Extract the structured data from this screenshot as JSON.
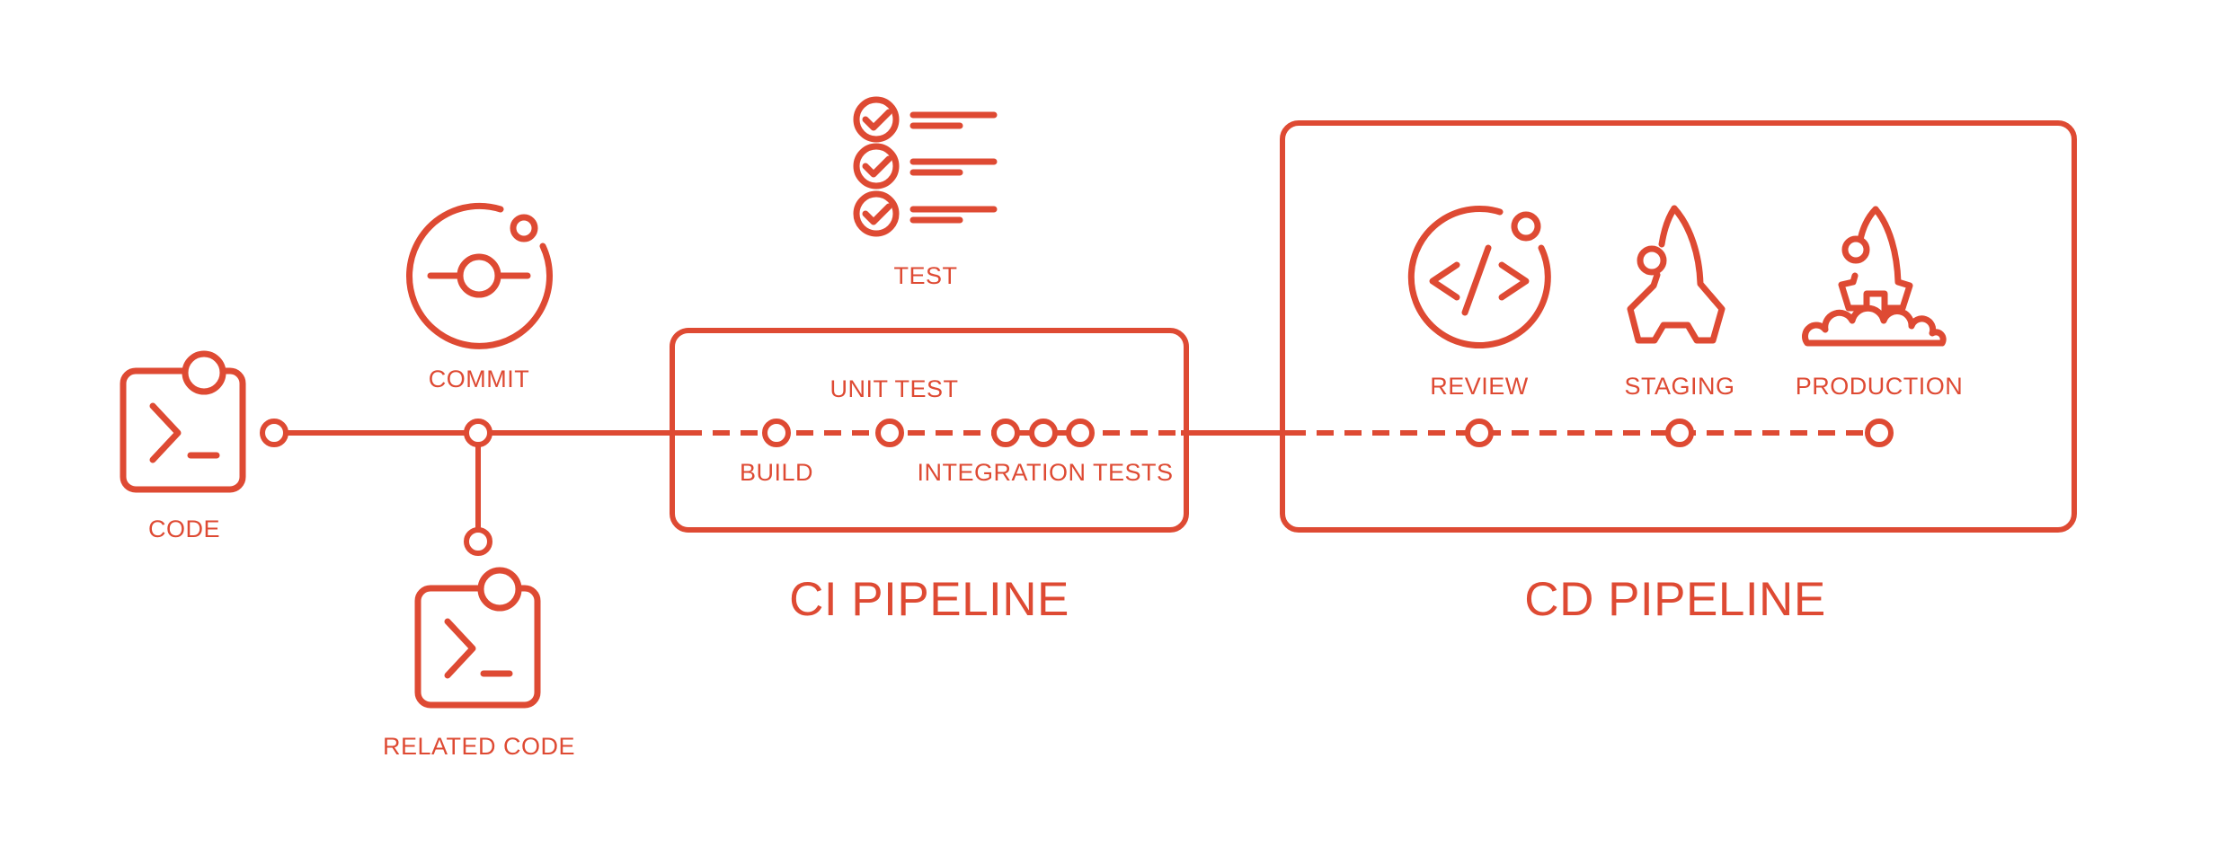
{
  "diagram": {
    "title": "CI/CD pipeline diagram",
    "accent_color": "#de4a33",
    "background_color": "#ffffff",
    "stages": {
      "code": {
        "label": "CODE",
        "icon": "terminal-window-icon"
      },
      "commit": {
        "label": "COMMIT",
        "icon": "git-commit-icon"
      },
      "related_code": {
        "label": "RELATED CODE",
        "icon": "terminal-window-icon"
      },
      "test": {
        "label": "TEST",
        "icon": "checklist-icon"
      },
      "build": {
        "label": "BUILD",
        "icon": "pipeline-node"
      },
      "unit_test": {
        "label": "UNIT TEST",
        "icon": "pipeline-node"
      },
      "integration_tests": {
        "label": "INTEGRATION TESTS",
        "icon": "pipeline-node-trio"
      },
      "review": {
        "label": "REVIEW",
        "icon": "code-review-icon"
      },
      "staging": {
        "label": "STAGING",
        "icon": "rocket-icon"
      },
      "production": {
        "label": "PRODUCTION",
        "icon": "rocket-launch-icon"
      }
    },
    "pipelines": {
      "ci": {
        "label": "CI PIPELINE"
      },
      "cd": {
        "label": "CD PIPELINE"
      }
    }
  }
}
